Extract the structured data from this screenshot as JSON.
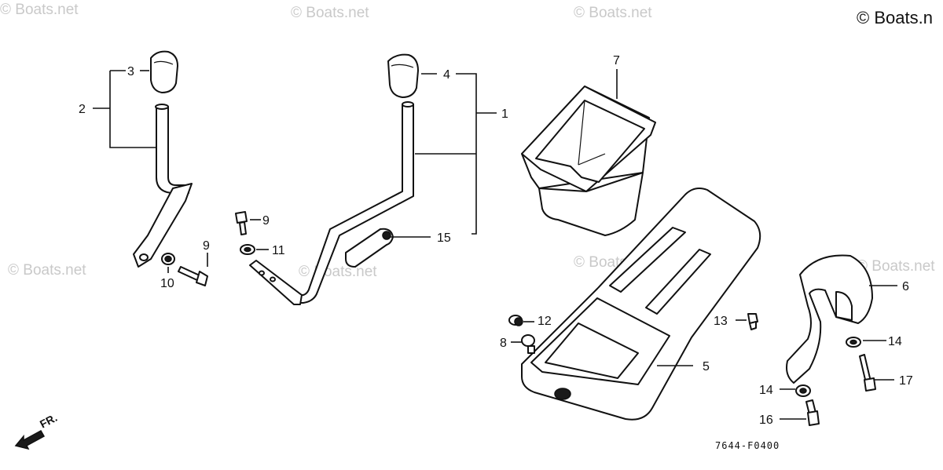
{
  "watermark": {
    "short": "© Boats.net",
    "corner": "© Boats.n"
  },
  "diagram_code": "7644-F0400",
  "direction_label": "FR.",
  "callouts": {
    "c1": "1",
    "c2": "2",
    "c3": "3",
    "c4": "4",
    "c5": "5",
    "c6": "6",
    "c7": "7",
    "c8": "8",
    "c9a": "9",
    "c9b": "9",
    "c10": "10",
    "c11": "11",
    "c12": "12",
    "c13": "13",
    "c14a": "14",
    "c14b": "14",
    "c15": "15",
    "c16": "16",
    "c17": "17"
  }
}
